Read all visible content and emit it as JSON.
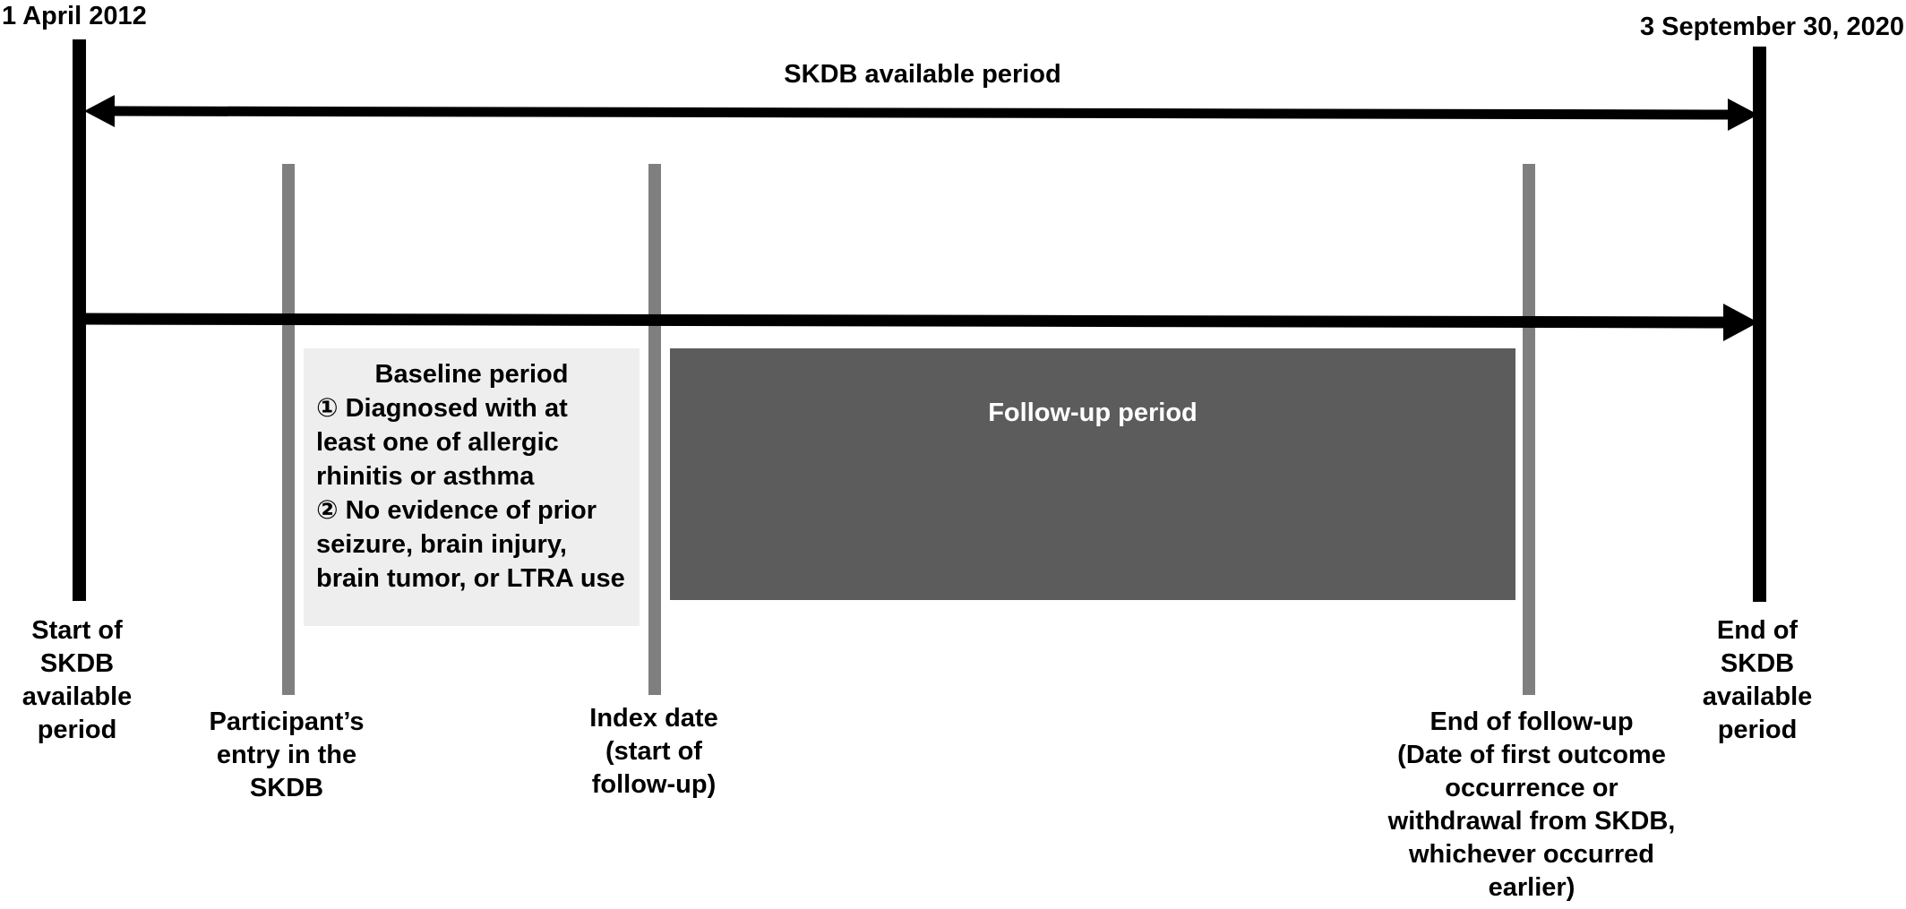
{
  "dates": {
    "start": "1 April 2012",
    "end": "3 September 30, 2020"
  },
  "skdb_period_label": "SKDB available period",
  "baseline": {
    "title": "Baseline period",
    "item1": "① Diagnosed with at least one of allergic rhinitis or asthma",
    "item2": "② No evidence of prior seizure, brain injury, brain tumor, or LTRA use"
  },
  "followup_label": "Follow-up period",
  "bottom_labels": {
    "start": "Start of\nSKDB\navailable\nperiod",
    "entry": "Participant’s\nentry in the\nSKDB",
    "index": "Index date\n(start of\nfollow-up)",
    "end_followup": "End of follow-up\n(Date of first outcome\noccurrence or\nwithdrawal from SKDB,\nwhichever occurred\nearlier)",
    "end": "End of\nSKDB\navailable\nperiod"
  },
  "colors": {
    "black": "#000000",
    "marker_grey": "#7f7f7f",
    "baseline_fill": "#eeeeee",
    "followup_fill": "#5c5c5c"
  }
}
